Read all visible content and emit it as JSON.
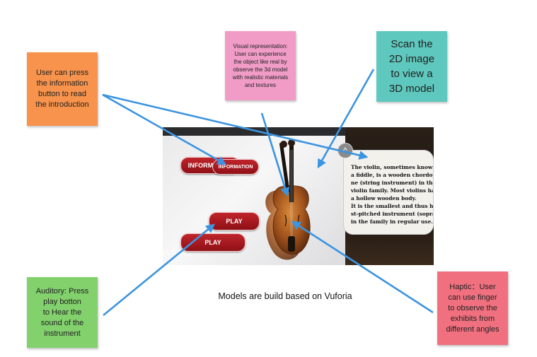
{
  "notes": {
    "information": "User can press\nthe information\nbutton to read\nthe introduction",
    "visual": "Visual representation:\nUser can experience\nthe object like real by\nobserve the 3d model\nwith realistic materials\nand textures",
    "scan": "Scan the\n2D image\nto view a\n3D model",
    "auditory": "Auditory: Press\nplay botton\nto Hear the\nsound of the\ninstrument",
    "haptic": "Haptic：User\ncan use finger\nto observe the\nexhibits from\ndifferent angles"
  },
  "screenshot": {
    "buttons": {
      "info_back": "INFORMATION",
      "info_front": "INFORMATION",
      "play_upper": "PLAY",
      "play_lower": "PLAY"
    },
    "vuforia_mark": "vuforia",
    "callout_lines": [
      "The violin, sometimes known as",
      "a fiddle, is a wooden chordopho",
      "ne (string instrument) in the",
      "violin family. Most violins hav",
      "a hollow wooden body.",
      "It is the smallest and thus hig",
      "st-pitched instrument (soprano",
      "in the family in regular use."
    ],
    "collapse_icon": "^"
  },
  "caption": "Models are build based on Vuforia",
  "colors": {
    "orange_note": "#f7934c",
    "pink_note": "#f09cc7",
    "teal_note": "#5ec8be",
    "green_note": "#82d16d",
    "red_note": "#f0707f",
    "arrow": "#3b94e0",
    "button_red": "#b01c22"
  }
}
